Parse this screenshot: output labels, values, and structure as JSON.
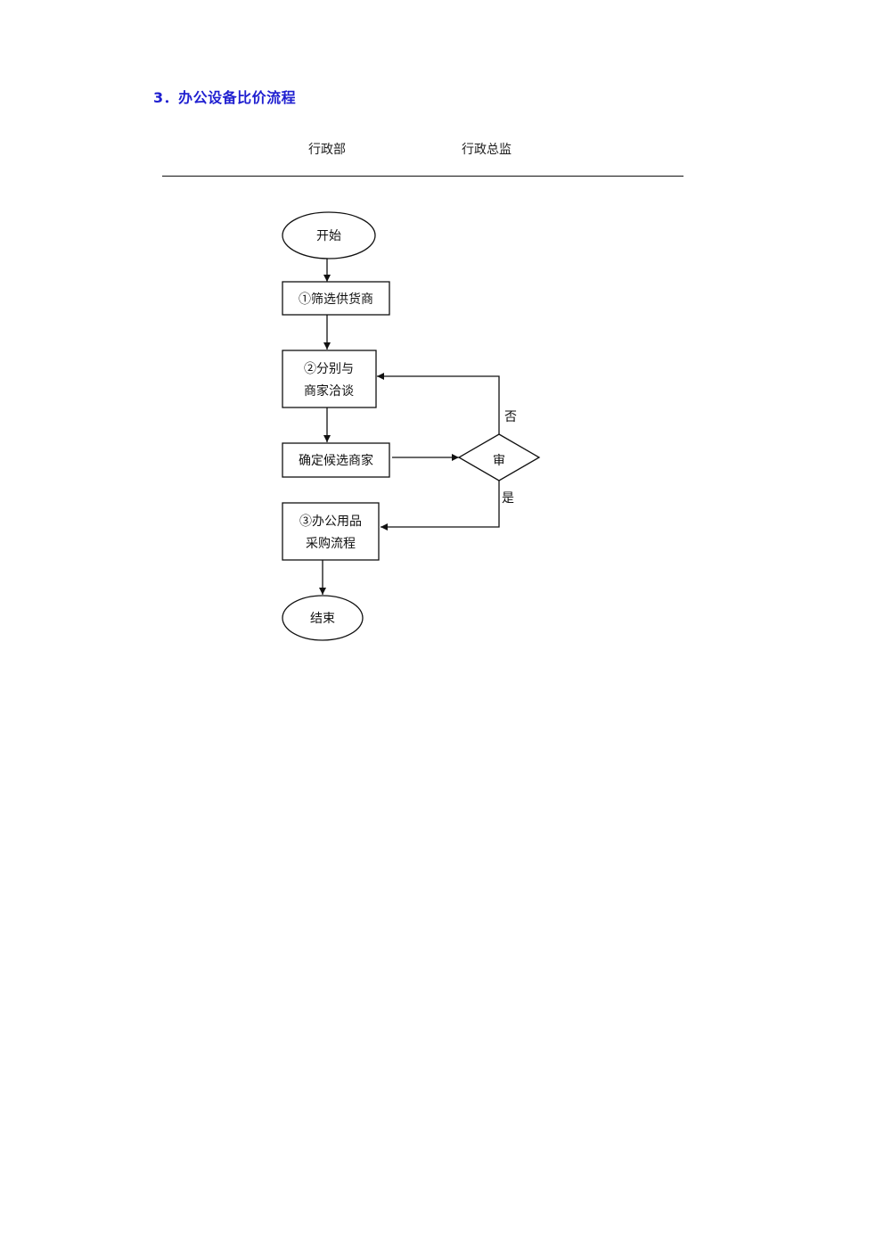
{
  "title": "3．办公设备比价流程",
  "columns": [
    "行政部",
    "行政总监"
  ],
  "nodes": {
    "start": "开始",
    "step1": "①筛选供货商",
    "step2_line1": "②分别与",
    "step2_line2": "商家洽谈",
    "confirm": "确定候选商家",
    "decision": "审",
    "step3_line1": "③办公用品",
    "step3_line2": "采购流程",
    "end": "结束"
  },
  "edges": {
    "no": "否",
    "yes": "是"
  }
}
